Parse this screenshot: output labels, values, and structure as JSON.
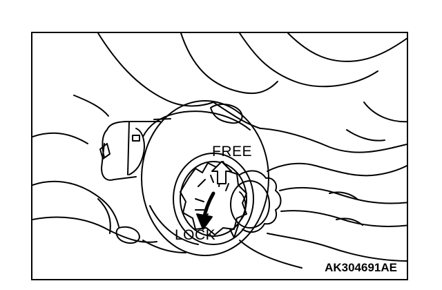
{
  "figure": {
    "labels": {
      "free": "FREE",
      "lock": "LOCK",
      "reference_code": "AK304691AE"
    },
    "colors": {
      "ink": "#000000",
      "paper": "#ffffff"
    },
    "icons": {
      "free_direction": "arrow-up-icon",
      "lock_direction": "arrow-down-left-icon"
    }
  }
}
